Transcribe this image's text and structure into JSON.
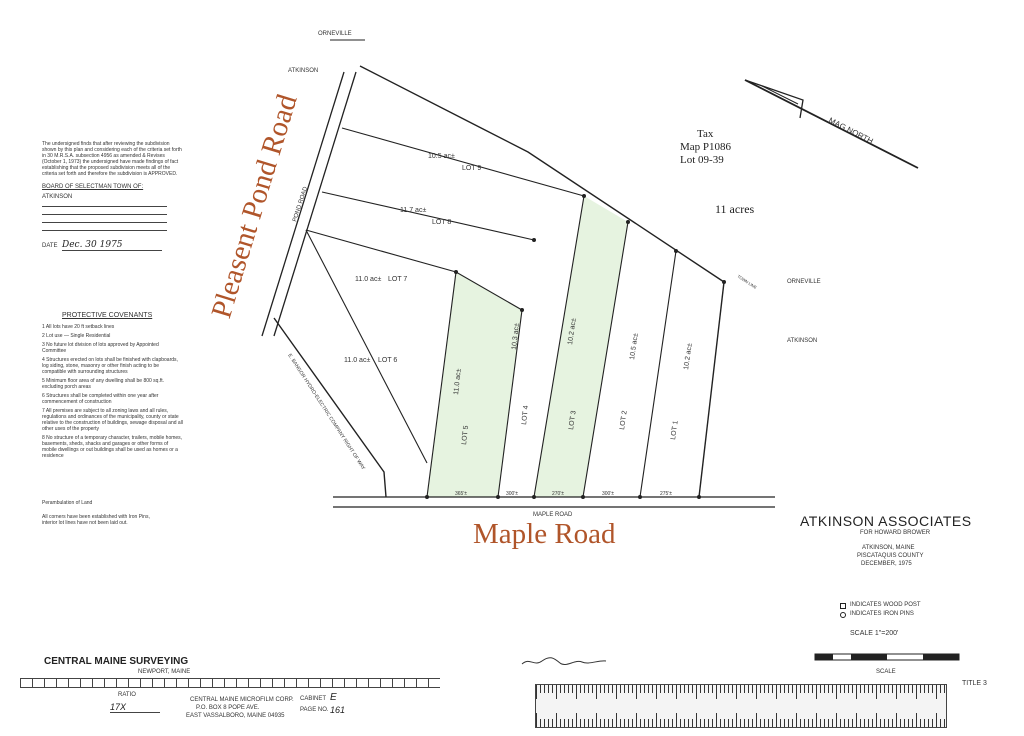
{
  "annotations": {
    "road_left": "Pleasent Pond Road",
    "road_bottom": "Maple Road",
    "tax_line1": "Tax",
    "tax_line2": "Map P1086",
    "tax_line3": "Lot 09-39",
    "acreage": "11 acres"
  },
  "plan": {
    "title": "ATKINSON ASSOCIATES",
    "subtitle": "FOR HOWARD BROWER",
    "place_line1": "ATKINSON, MAINE",
    "place_line2": "PISCATAQUIS COUNTY",
    "date": "DECEMBER, 1975",
    "surveyor": "CENTRAL MAINE SURVEYING",
    "surveyor_place": "NEWPORT, MAINE",
    "mag_north": "MAG NORTH",
    "page_label": "TITLE 3",
    "ratio_label": "RATIO",
    "ratio_value": "17X",
    "microfilm_line1": "CENTRAL MAINE MICROFILM CORP.",
    "microfilm_line2": "P.O. BOX 8   POPE AVE.",
    "microfilm_line3": "EAST VASSALBORO, MAINE 04935",
    "cabinet_label": "CABINET",
    "cabinet_value": "E",
    "page_no_label": "PAGE NO.",
    "page_no_value": "161"
  },
  "labels": {
    "orneville_top": "ORNEVILLE",
    "atkinson_top": "ATKINSON",
    "orneville_right": "ORNEVILLE",
    "atkinson_right": "ATKINSON",
    "pond_road": "POND ROAD",
    "maple_road": "MAPLE ROAD",
    "town_line": "TOWN LINE",
    "row": "E. BANGOR HYDRO-ELECTRIC COMPANY RIGHT OF WAY"
  },
  "lots": [
    {
      "lot": "LOT 9",
      "acres": "10.5 ac±"
    },
    {
      "lot": "LOT 8",
      "acres": "11.7 ac±"
    },
    {
      "lot": "LOT 7",
      "acres": "11.0 ac±"
    },
    {
      "lot": "LOT 6",
      "acres": "11.0 ac±"
    },
    {
      "lot": "LOT 5",
      "acres": "11.0 ac±"
    },
    {
      "lot": "LOT 4",
      "acres": "10.3 ac±"
    },
    {
      "lot": "LOT 3",
      "acres": "10.2 ac±"
    },
    {
      "lot": "LOT 2",
      "acres": "10.5 ac±"
    },
    {
      "lot": "LOT 1",
      "acres": "10.2 ac±"
    }
  ],
  "frontages": [
    "365'±",
    "300'±",
    "270'±",
    "300'±",
    "275'±"
  ],
  "approval": {
    "text": "The undersigned finds that after reviewing the subdivision shown by this plan and considering each of the criteria set forth in 30 M.R.S.A. subsection 4956 as amended & Revises (October 1, 1973) the undersigned have made findings of fact establishing that the proposed subdivision meets all of the criteria set forth and therefore the subdivision is APPROVED.",
    "board_label": "BOARD OF SELECTMAN TOWN OF:",
    "town": "ATKINSON",
    "date_label": "DATE",
    "date_value": "Dec. 30 1975"
  },
  "covenants": {
    "title": "PROTECTIVE COVENANTS",
    "items": [
      "1  All lots have 20 ft setback lines",
      "2  Lot use — Single Residential",
      "3  No future lot division of lots approved by Appointed Committee",
      "4  Structures erected on lots shall be finished with clapboards, log siding, stone, masonry or other finish acting to be compatible with surrounding structures",
      "5  Minimum floor area of any dwelling shall be 800 sq.ft. excluding porch areas",
      "6  Structures shall be completed within one year after commencement of construction",
      "7  All premises are subject to all zoning laws and all rules, regulations and ordinances of the municipality, county or state relative to the construction of buildings, sewage disposal and all other uses of the property",
      "8  No structure of a temporary character, trailers, mobile homes, basements, sheds, shacks and garages or other forms of mobile dwellings or out buildings shall be used as homes or a residence"
    ],
    "footer1": "Perambulation of Land",
    "footer2": "All corners have been established with Iron Pins, interior lot lines have not been laid out."
  },
  "legend": {
    "wood_post": "INDICATES WOOD POST",
    "iron_pins": "INDICATES IRON PINS",
    "scale": "SCALE 1\"=200'",
    "scale_word": "SCALE"
  }
}
